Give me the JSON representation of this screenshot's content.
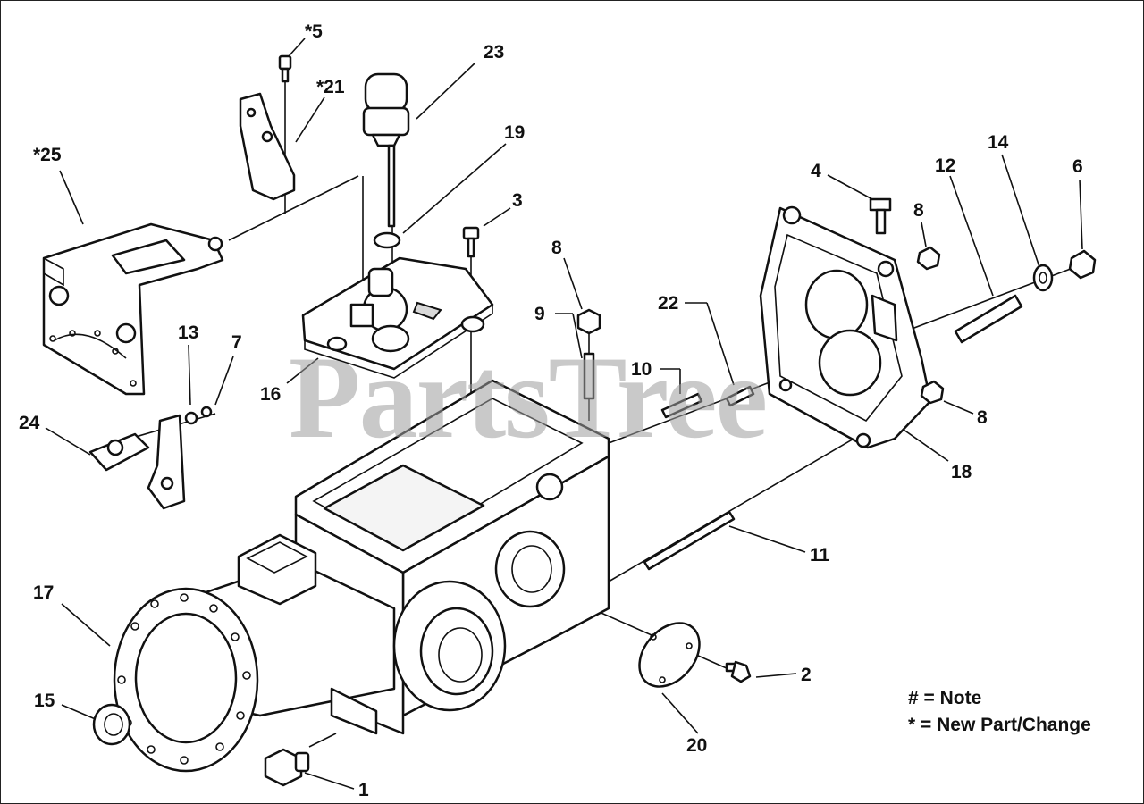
{
  "watermark": "PartsTree",
  "legend": {
    "note": "# = Note",
    "new_part": "* = New Part/Change"
  },
  "callouts": {
    "c1": "1",
    "c2": "2",
    "c3": "3",
    "c4": "4",
    "c5": "*5",
    "c6": "6",
    "c7": "7",
    "c8a": "8",
    "c8b": "8",
    "c8c": "8",
    "c9": "9",
    "c10": "10",
    "c11": "11",
    "c12": "12",
    "c13": "13",
    "c14": "14",
    "c15": "15",
    "c16": "16",
    "c17": "17",
    "c18": "18",
    "c19": "19",
    "c20": "20",
    "c21": "*21",
    "c22": "22",
    "c23": "23",
    "c24": "24",
    "c25": "*25"
  }
}
